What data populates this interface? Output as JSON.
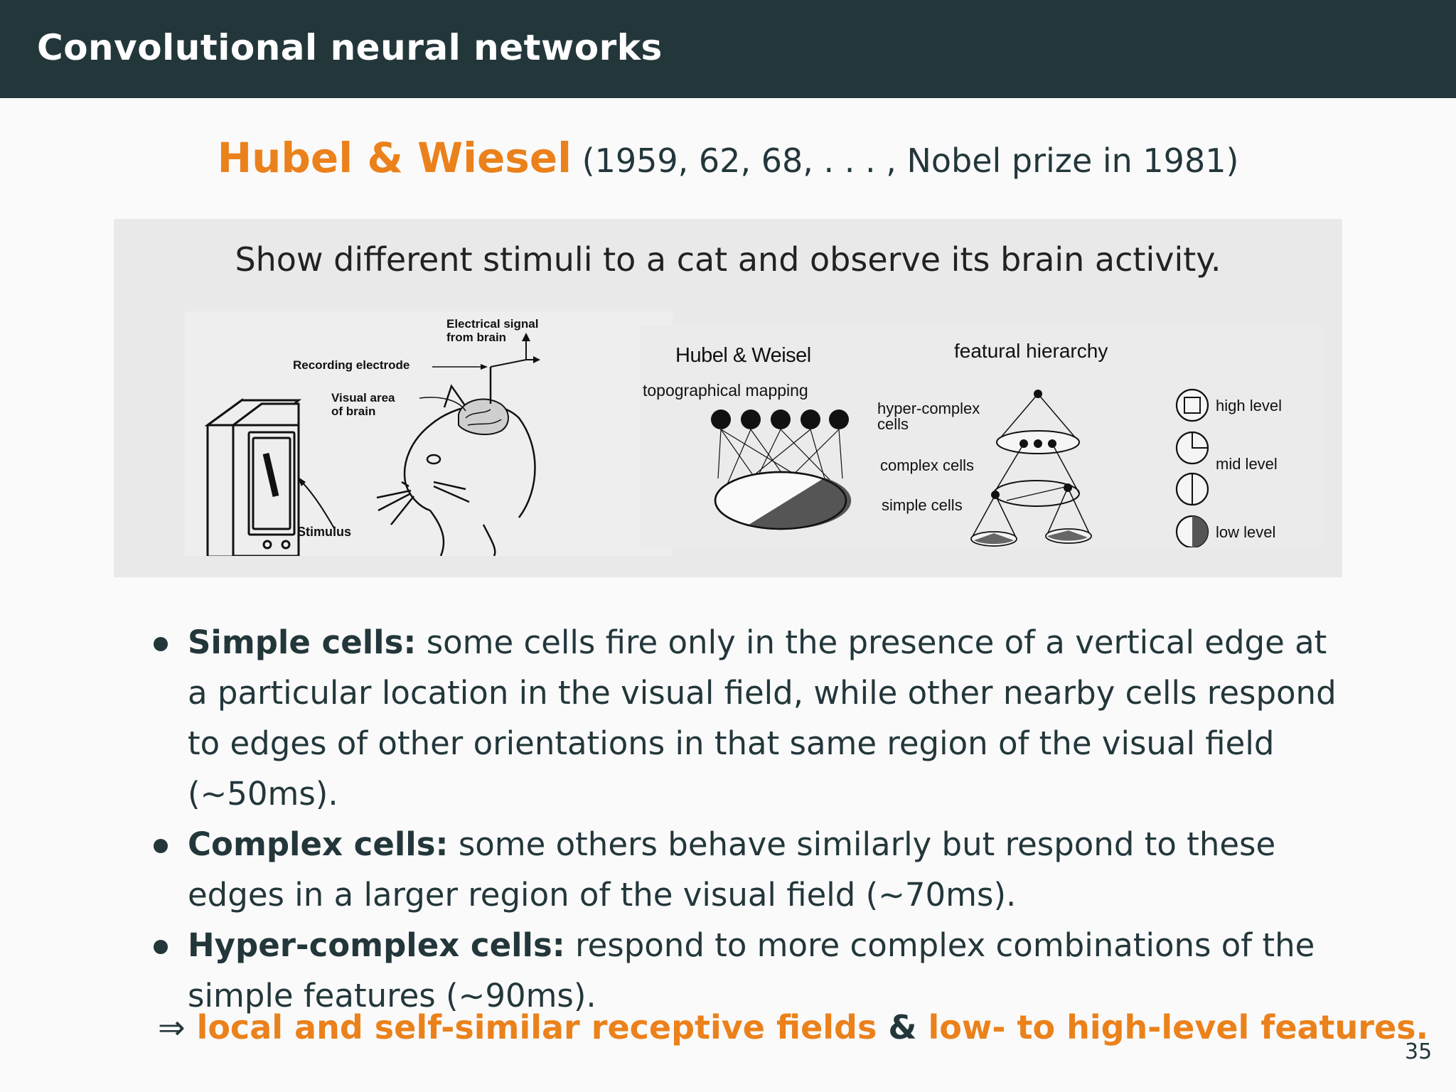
{
  "header": {
    "title": "Convolutional neural networks"
  },
  "subtitle": {
    "names": "Hubel & Wiesel",
    "detail": "(1959, 62, 68, . . . , Nobel prize in 1981)"
  },
  "figure": {
    "caption": "Show different stimuli to a cat and observe its brain activity.",
    "cat_experiment": {
      "signal_label_line1": "Electrical signal",
      "signal_label_line2": "from brain",
      "electrode_label": "Recording electrode",
      "visual_area_line1": "Visual area",
      "visual_area_line2": "of brain",
      "stimulus_label": "Stimulus"
    },
    "topographic": {
      "title": "Hubel & Weisel",
      "subtitle": "topographical mapping"
    },
    "hierarchy": {
      "title": "featural hierarchy",
      "hyper_line1": "hyper-complex",
      "hyper_line2": "cells",
      "complex": "complex cells",
      "simple": "simple cells",
      "high": "high level",
      "mid": "mid level",
      "low": "low level"
    }
  },
  "bullets": [
    {
      "term": "Simple cells:",
      "text": "some cells fire only in the presence of a vertical edge at a particular location in the visual field, while other nearby cells respond to edges of other orientations in that same region of the visual field (∼50ms)."
    },
    {
      "term": "Complex cells:",
      "text": "some others behave similarly but respond to these edges in a larger region of the visual field (∼70ms)."
    },
    {
      "term": "Hyper-complex cells:",
      "text": "respond to more complex combinations of the simple features (∼90ms)."
    }
  ],
  "conclusion": {
    "arrow": "⇒",
    "part1": "local and self-similar receptive fields",
    "amp": "&",
    "part2": "low- to high-level features."
  },
  "page_number": "35"
}
